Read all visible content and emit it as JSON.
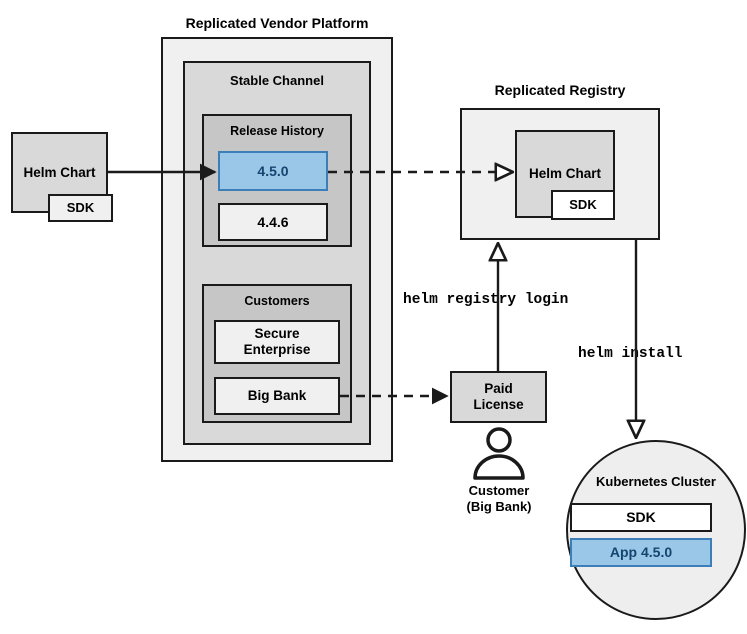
{
  "diagram": {
    "title_vendor_platform": "Replicated Vendor Platform",
    "title_registry": "Replicated Registry",
    "stable_channel": "Stable Channel",
    "release_history": "Release History",
    "customers": "Customers",
    "kubernetes_cluster": "Kubernetes Cluster"
  },
  "source_chart": {
    "name": "Helm Chart",
    "sdk": "SDK"
  },
  "releases": [
    {
      "version": "4.5.0",
      "highlighted": true
    },
    {
      "version": "4.4.6",
      "highlighted": false
    }
  ],
  "customers": [
    {
      "name": "Secure\nEnterprise"
    },
    {
      "name": "Big Bank"
    }
  ],
  "registry_chart": {
    "name": "Helm Chart",
    "sdk": "SDK"
  },
  "license": {
    "label": "Paid\nLicense"
  },
  "customer_actor": {
    "line1": "Customer",
    "line2": "(Big Bank)",
    "icon": "person-icon"
  },
  "commands": {
    "registry_login": "helm registry login",
    "install": "helm install"
  },
  "cluster": {
    "title": "Kubernetes Cluster",
    "items": [
      {
        "label": "SDK",
        "highlighted": false
      },
      {
        "label": "App 4.5.0",
        "highlighted": true
      }
    ]
  },
  "colors": {
    "accent_fill": "#9ac7e8",
    "accent_border": "#3c7fb8",
    "accent_text": "#14456f",
    "stroke": "#1a1a1a",
    "light": "#f0f0f0",
    "mid": "#d9d9d9",
    "dark": "#c6c6c6"
  }
}
